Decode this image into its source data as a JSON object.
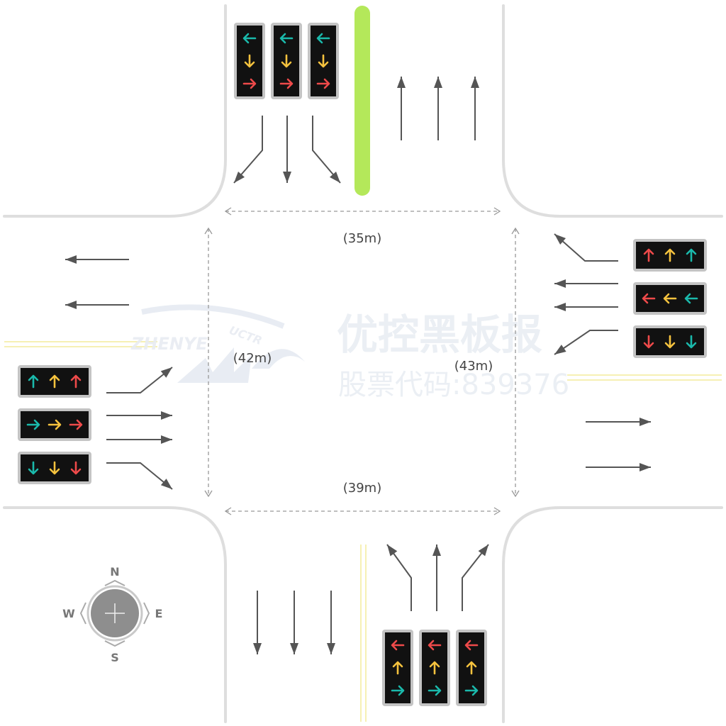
{
  "distances": {
    "north": "(35m)",
    "west": "(42m)",
    "east": "(43m)",
    "south": "(39m)"
  },
  "compass": {
    "n": "N",
    "s": "S",
    "e": "E",
    "w": "W"
  },
  "watermark": {
    "company": "优控黑板报",
    "stock_code": "股票代码:839376",
    "logo_left": "ZHENYE",
    "logo_right": "UCTR"
  },
  "colors": {
    "green": "#1ab9ab",
    "yellow": "#f5c23e",
    "red": "#ee4a4a",
    "median": "#b4e85a",
    "lane_arrow": "#555555",
    "curb": "#dedede"
  },
  "signals": {
    "north": [
      [
        "left",
        "down",
        "right"
      ],
      [
        "left",
        "down",
        "right"
      ],
      [
        "left",
        "down",
        "right"
      ]
    ],
    "west": [
      [
        "up",
        "up",
        "up"
      ],
      [
        "right",
        "right",
        "right"
      ],
      [
        "down",
        "down",
        "down"
      ]
    ],
    "east": [
      [
        "up",
        "up",
        "up"
      ],
      [
        "left",
        "left",
        "left"
      ],
      [
        "down",
        "down",
        "down"
      ]
    ],
    "south": [
      [
        "left",
        "up",
        "right"
      ],
      [
        "left",
        "up",
        "right"
      ],
      [
        "left",
        "up",
        "right"
      ]
    ]
  }
}
